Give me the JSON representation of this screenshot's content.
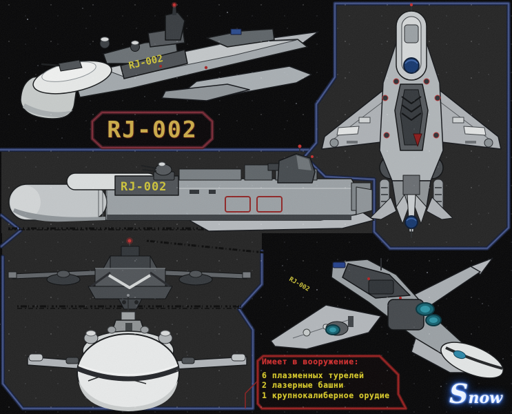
{
  "artwork": {
    "model_code": "RJ-002",
    "title_plate": "RJ-002",
    "hull_labels": {
      "perspective": "RJ-002",
      "side": "RJ-002",
      "rear_quarter": "RJ-002"
    },
    "armament_box": {
      "header": "Имеет в вооружение:",
      "items": [
        "6 плазменных турелей",
        "2 лазерные башни",
        "1 крупнокалиберное орудие"
      ]
    },
    "signature": "Snow",
    "colors": {
      "background": "#060607",
      "panel_fill": "#252525",
      "frame_blue": "#2e3c6a",
      "frame_blue_highlight": "#5a6ca6",
      "title_border_red": "#6a242e",
      "title_text_yellow": "#c9ab4c",
      "armament_border_red": "#9c2020",
      "armament_header_red": "#cf3434",
      "armament_text_yellow": "#d8ca30",
      "hull_label_yellow": "#cdc339",
      "signature_glow_blue": "#2f72ff",
      "engine_glow_teal": "#2f93a4",
      "hull_light_gray": "#e7e9e9",
      "hull_mid_gray": "#9aa0a4",
      "hull_dark_gray": "#3e4246"
    }
  }
}
